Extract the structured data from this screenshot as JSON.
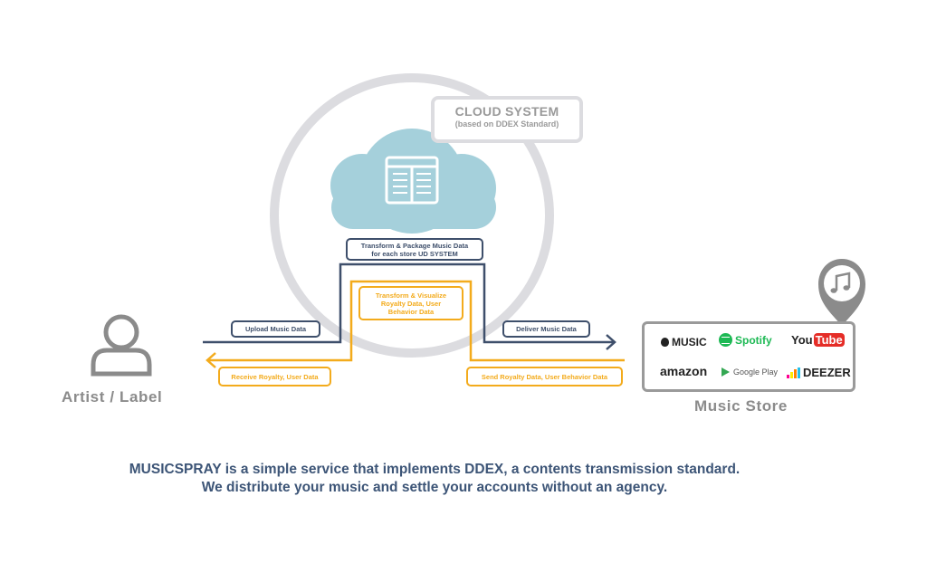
{
  "cloud": {
    "title": "CLOUD SYSTEM",
    "subtitle": "(based on DDEX Standard)"
  },
  "steps": {
    "transform_package": "Transform & Package Music Data for each store UD SYSTEM",
    "transform_visualize": "Transform & Visualize Royalty Data, User Behavior Data",
    "upload": "Upload Music Data",
    "deliver": "Deliver Music Data",
    "receive": "Receive Royalty, User Data",
    "send": "Send Royalty Data, User Behavior Data"
  },
  "artist": {
    "label": "Artist / Label",
    "icon": "person-icon"
  },
  "store": {
    "label": "Music Store",
    "icon": "music-note-pin-icon",
    "logos": {
      "apple": "MUSIC",
      "spotify": "Spotify",
      "youtube_you": "You",
      "youtube_tube": "Tube",
      "amazon": "amazon",
      "google_play": "Google Play",
      "deezer": "DEEZER"
    }
  },
  "caption": {
    "line1": "MUSICSPRAY is a simple service that implements DDEX, a contents transmission standard.",
    "line2": "We distribute your music and settle your accounts without an agency."
  },
  "colors": {
    "navy": "#3e4f6b",
    "orange": "#f3ab1c",
    "grey": "#8b8b8b",
    "cloud": "#a5d0db",
    "ring": "#dcdce0"
  }
}
